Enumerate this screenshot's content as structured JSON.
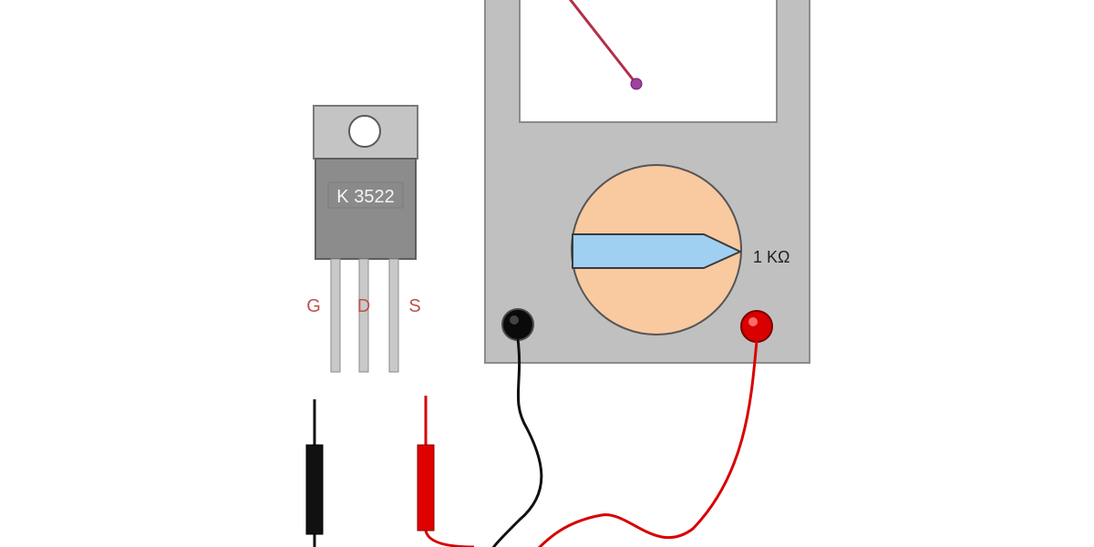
{
  "transistor": {
    "part_number": "K 3522",
    "pins": [
      "G",
      "D",
      "S"
    ]
  },
  "multimeter": {
    "range_selected": "1 KΩ"
  },
  "colors": {
    "meter_body": "#c0c0c0",
    "meter_body_stroke": "#8c8c8c",
    "dial_face": "#f9c9a0",
    "selector_knob": "#9fd0f2",
    "needle": "#b0304a",
    "needle_pivot": "#a040a0",
    "transistor_body": "#8c8c8c",
    "transistor_tab": "#c4c4c4",
    "lead_metal": "#c9c9c9",
    "pin_label": "#c0504d",
    "black_lead": "#111111",
    "red_lead": "#d80000"
  },
  "icons": {
    "black_jack": "com-jack-icon",
    "red_jack": "positive-jack-icon",
    "black_probe": "black-probe-icon",
    "red_probe": "red-probe-icon"
  }
}
